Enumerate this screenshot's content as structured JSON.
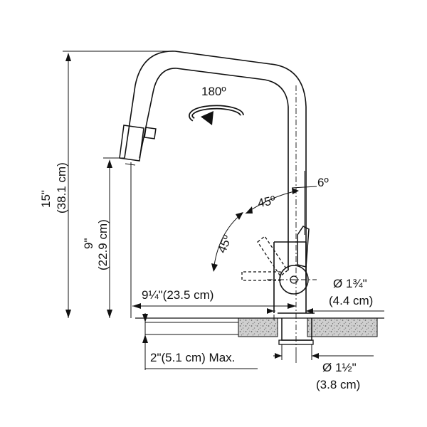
{
  "labels": {
    "rotation": "180º",
    "angle_up": "45º",
    "angle_side": "45º",
    "angle_tilt": "6º",
    "height_total_in": "15\"",
    "height_total_cm": "(38.1 cm)",
    "height_spout_in": "9\"",
    "height_spout_cm": "(22.9 cm)",
    "reach": "9¼\"(23.5 cm)",
    "body_dia_in": "Ø 1¾\"",
    "body_dia_cm": "(4.4 cm)",
    "deck_max": "2\"(5.1 cm) Max.",
    "hole_dia_in": "Ø 1½\"",
    "hole_dia_cm": "(3.8 cm)"
  },
  "icons": {
    "rotation_arrow": "circular-arrow",
    "body_center": "crosshair"
  },
  "colors": {
    "line": "#111111",
    "countertop_fill": "#c8c8c8",
    "background": "#ffffff"
  }
}
